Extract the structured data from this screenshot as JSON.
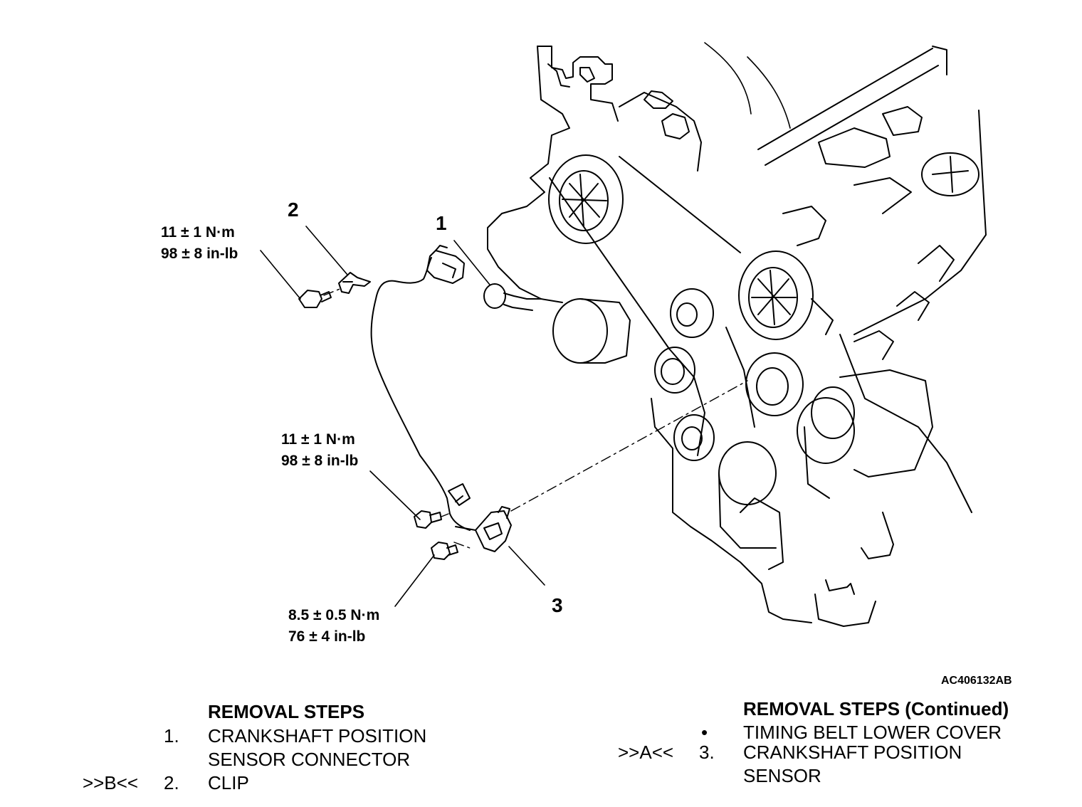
{
  "figure_id": "AC406132AB",
  "callouts": {
    "c1": "1",
    "c2": "2",
    "c3": "3"
  },
  "torques": {
    "clip_bolt": {
      "nm": "11 ± 1 N·m",
      "inlb": "98 ± 8 in-lb"
    },
    "harness_bolt": {
      "nm": "11 ± 1 N·m",
      "inlb": "98 ± 8 in-lb"
    },
    "sensor_bolt": {
      "nm": "8.5 ± 0.5 N·m",
      "inlb": "76 ± 4 in-lb"
    }
  },
  "left_steps": {
    "heading": "REMOVAL STEPS",
    "items": [
      {
        "marker": "",
        "num": "1.",
        "line1": "CRANKSHAFT POSITION",
        "line2": "SENSOR CONNECTOR"
      },
      {
        "marker": ">>B<<",
        "num": "2.",
        "line1": "CLIP",
        "line2": ""
      }
    ]
  },
  "right_steps": {
    "heading": "REMOVAL STEPS (Continued)",
    "items": [
      {
        "marker": "",
        "num": "•",
        "line1": "TIMING BELT LOWER COVER",
        "line2": ""
      },
      {
        "marker": ">>A<<",
        "num": "3.",
        "line1": "CRANKSHAFT POSITION",
        "line2": "SENSOR"
      }
    ]
  }
}
